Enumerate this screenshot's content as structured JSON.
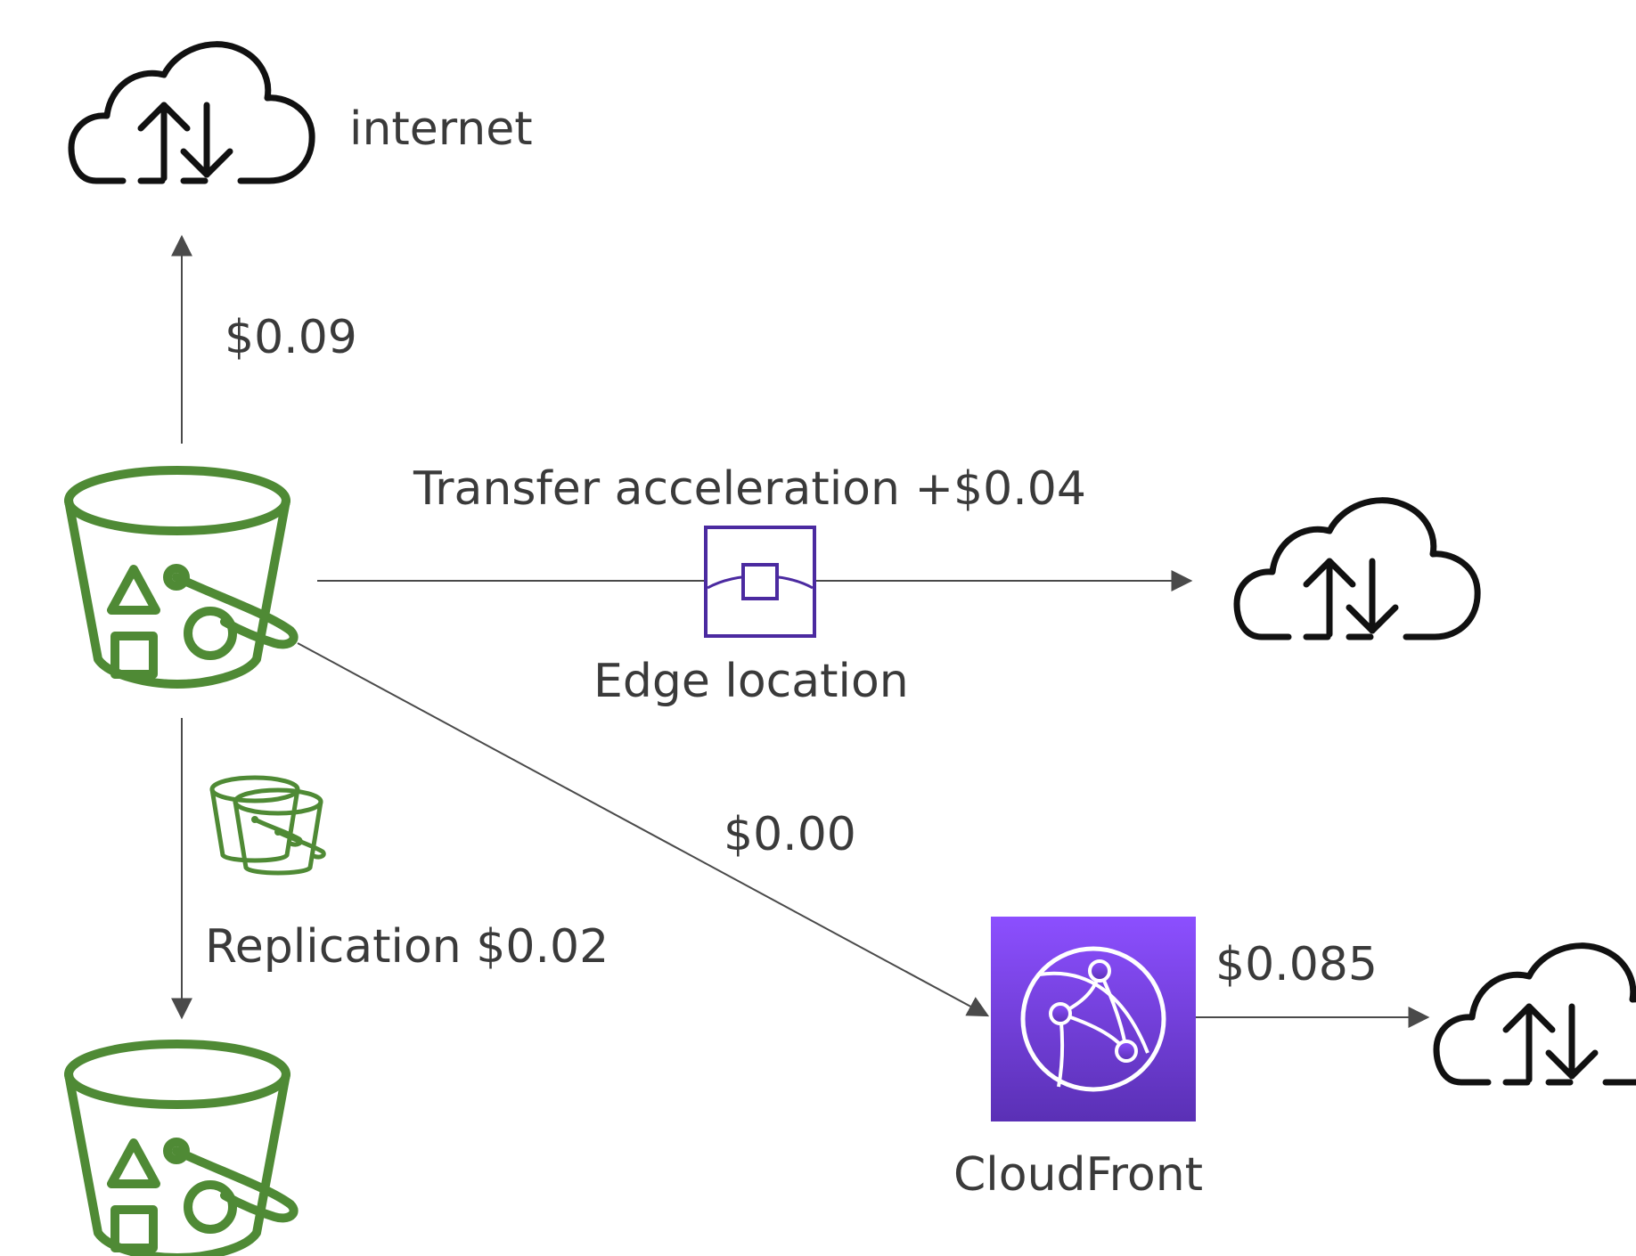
{
  "labels": {
    "internet": "internet",
    "cost_internet": "$0.09",
    "transfer_acceleration": "Transfer acceleration +$0.04",
    "edge_location": "Edge location",
    "cost_cloudfront_origin": "$0.00",
    "replication": "Replication $0.02",
    "cost_cloudfront_out": "$0.085",
    "cloudfront": "CloudFront"
  },
  "colors": {
    "s3_green": "#4f8a35",
    "cloudfront_purple_top": "#8c4fff",
    "cloudfront_purple_bottom": "#5a30b5",
    "edge_purple": "#4b2aa0",
    "arrow": "#4a4a4a",
    "text": "#3a3a3a",
    "cloud_icon": "#111111"
  },
  "icons": {
    "internet_cloud": "cloud-upload-download-icon",
    "source_bucket": "s3-bucket-icon",
    "replica_bucket": "s3-bucket-icon",
    "replication": "s3-replication-icon",
    "edge_location": "edge-location-icon",
    "cloudfront": "cloudfront-icon"
  }
}
